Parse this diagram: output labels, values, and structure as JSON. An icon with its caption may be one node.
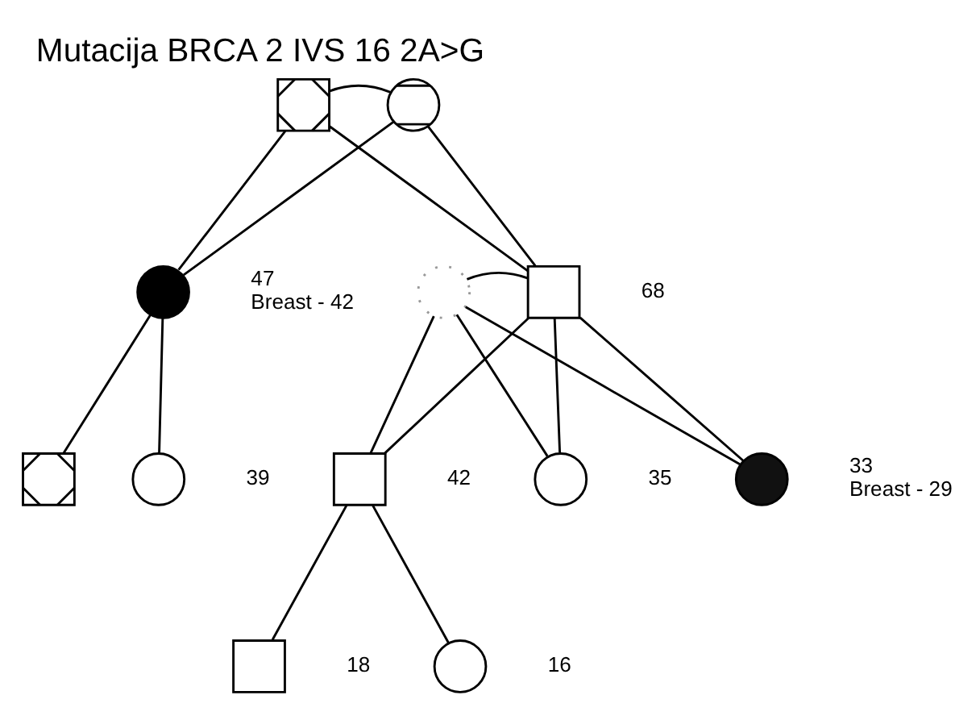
{
  "diagram": {
    "title": "Mutacija BRCA 2 IVS 16 2A>G",
    "nodes": [
      {
        "text": [],
        "shape": "box"
      },
      {
        "text": [],
        "shape": "circle"
      },
      {
        "text": [],
        "shape": "circle",
        "beside": [
          "47",
          "Breast - 42"
        ]
      },
      {
        "text": [],
        "shape": "circle"
      },
      {
        "text": [],
        "shape": "box",
        "beside": [
          "68"
        ]
      },
      {
        "text": [],
        "shape": "box"
      },
      {
        "text": [],
        "shape": "circle",
        "beside": [
          "39"
        ]
      },
      {
        "text": [],
        "shape": "box",
        "beside": [
          "42"
        ]
      },
      {
        "text": [],
        "shape": "circle",
        "beside": [
          "35"
        ]
      },
      {
        "text": [],
        "shape": "circle",
        "beside": [
          "33",
          "Breast - 29"
        ]
      },
      {
        "text": [],
        "shape": "box",
        "beside": [
          "18"
        ]
      },
      {
        "text": [],
        "shape": "circle",
        "beside": [
          "16"
        ]
      }
    ],
    "edges": [
      {
        "from": 0,
        "to": 1,
        "arrow": "none"
      },
      {
        "from": 0,
        "to": 2,
        "arrow": "none"
      },
      {
        "from": 0,
        "to": 4,
        "arrow": "none"
      },
      {
        "from": 1,
        "to": 2,
        "arrow": "none"
      },
      {
        "from": 1,
        "to": 4,
        "arrow": "none"
      },
      {
        "from": 3,
        "to": 4,
        "arrow": "none"
      },
      {
        "from": 2,
        "to": 5,
        "arrow": "none"
      },
      {
        "from": 2,
        "to": 6,
        "arrow": "none"
      },
      {
        "from": 3,
        "to": 7,
        "arrow": "none"
      },
      {
        "from": 3,
        "to": 8,
        "arrow": "none"
      },
      {
        "from": 3,
        "to": 9,
        "arrow": "none"
      },
      {
        "from": 4,
        "to": 7,
        "arrow": "none"
      },
      {
        "from": 4,
        "to": 8,
        "arrow": "none"
      },
      {
        "from": 4,
        "to": 9,
        "arrow": "none"
      },
      {
        "from": 7,
        "to": 10,
        "arrow": "none"
      },
      {
        "from": 7,
        "to": 11,
        "arrow": "none"
      }
    ]
  }
}
